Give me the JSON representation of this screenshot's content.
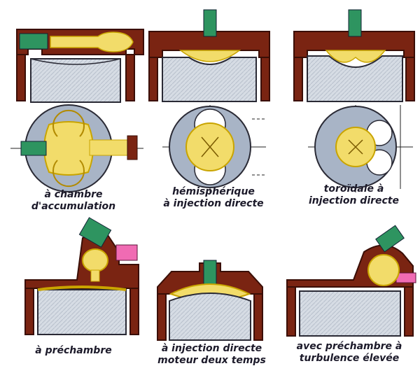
{
  "labels": {
    "accumulation": [
      "à chambre",
      "d'accumulation"
    ],
    "hemispherique": [
      "hémisphérique",
      "à injection directe"
    ],
    "toroidale": [
      "toroïdale à",
      "injection directe"
    ],
    "prechambre": [
      "à préchambre"
    ],
    "deux_temps": [
      "à injection directe",
      "moteur deux temps"
    ],
    "turbulence": [
      "avec préchambre à",
      "turbulence élevée"
    ]
  },
  "colors": {
    "head": "#7a2412",
    "head_outline": "#3a0e06",
    "piston": "#d6dce4",
    "piston_outline": "#2a2a35",
    "chamber": "#f2dc6a",
    "chamber_dark": "#c9a400",
    "injector": "#2e9460",
    "glow_plug": "#f06bb3",
    "disc": "#a8b4c6",
    "axis": "#222222"
  }
}
